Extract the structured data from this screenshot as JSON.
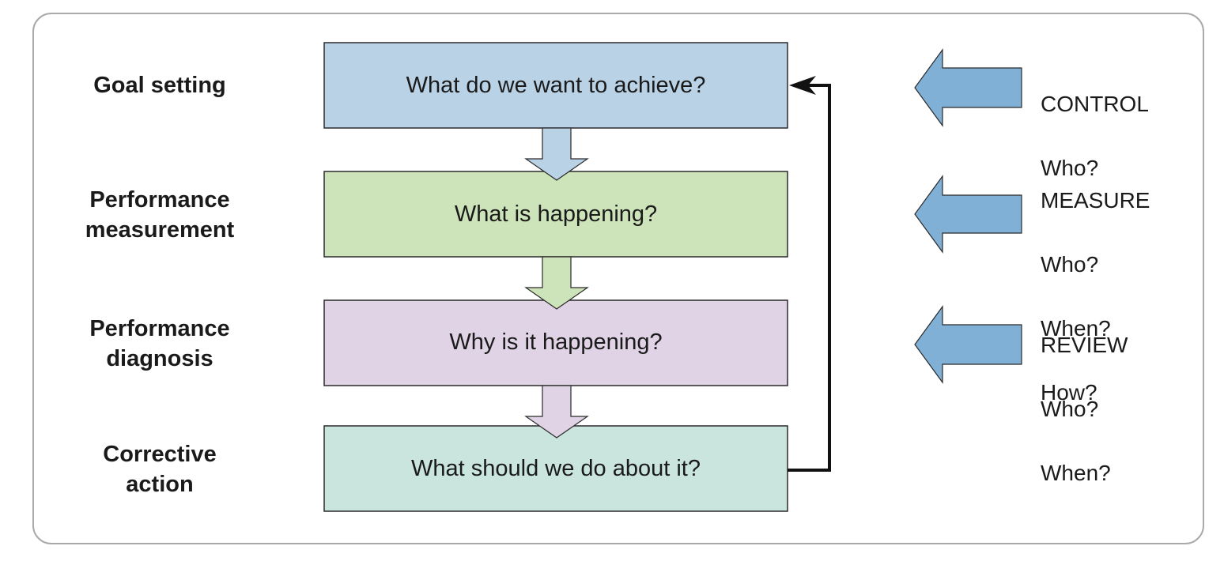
{
  "colors": {
    "box_1": "#b9d2e6",
    "box_2": "#cde3ba",
    "box_3": "#dfd3e5",
    "box_4": "#c9e5de",
    "side_arrow": "#80b0d6",
    "feedback_line": "#111111",
    "frame_border": "#a9a9a9"
  },
  "stages": [
    {
      "label": "Goal setting",
      "question": "What do we want to achieve?"
    },
    {
      "label": "Performance\nmeasurement",
      "question": "What is happening?"
    },
    {
      "label": "Performance\ndiagnosis",
      "question": "Why is it happening?"
    },
    {
      "label": "Corrective\naction",
      "question": "What should we do about it?"
    }
  ],
  "side_notes": [
    {
      "title": "CONTROL",
      "lines": [
        "Who?"
      ]
    },
    {
      "title": "MEASURE",
      "lines": [
        "Who?",
        "When?",
        "How?"
      ]
    },
    {
      "title": "REVIEW",
      "lines": [
        "Who?",
        "When?"
      ]
    }
  ],
  "icons": {
    "down_arrow": "block-arrow-down-icon",
    "side_arrow": "block-arrow-left-icon",
    "feedback": "feedback-loop-arrow-icon"
  }
}
